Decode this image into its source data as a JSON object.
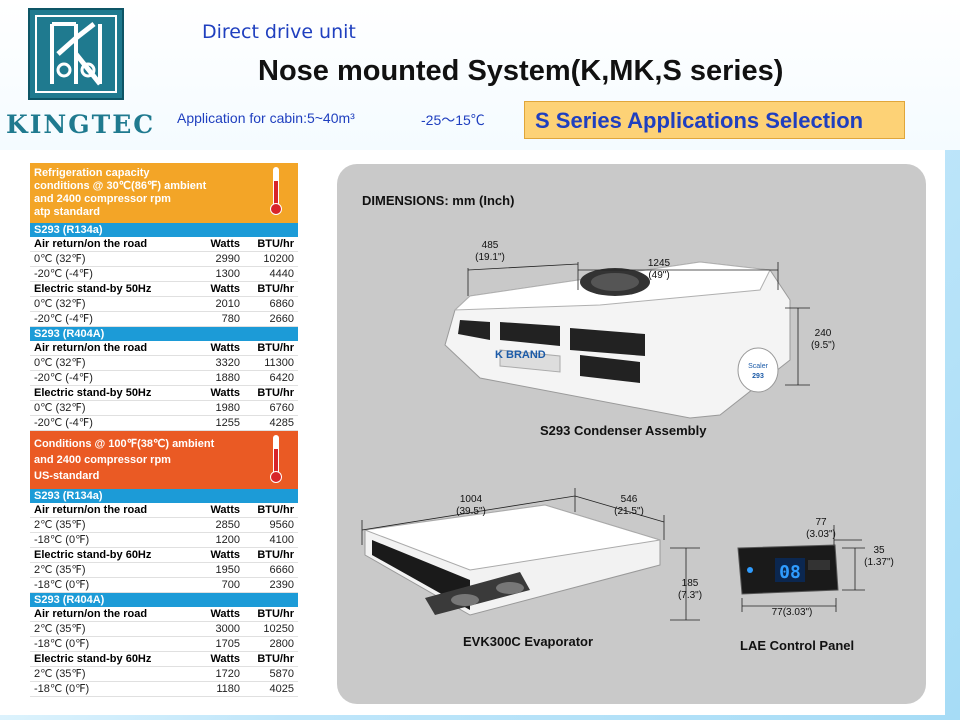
{
  "header": {
    "brand": "KINGTEC",
    "subtitle": "Direct drive unit",
    "title": "Nose mounted System(K,MK,S series)",
    "application_line": "Application for cabin:5~40m³",
    "temp_range": "-25～15℃",
    "series_badge": "S Series Applications Selection"
  },
  "table": {
    "col_watts": "Watts",
    "col_btu": "BTU/hr",
    "cond1": {
      "lines": [
        "Refrigeration capacity",
        "conditions @ 30℃(86℉) ambient",
        "and 2400 compressor rpm",
        "atp standard"
      ],
      "sections": [
        {
          "title": "S293 (R134a)",
          "groups": [
            {
              "label": "Air return/on the road",
              "rows": [
                {
                  "cond": "0℃  (32℉)",
                  "watts": "2990",
                  "btu": "10200"
                },
                {
                  "cond": "-20℃  (-4℉)",
                  "watts": "1300",
                  "btu": "4440"
                }
              ]
            },
            {
              "label": "Electric stand-by  50Hz",
              "rows": [
                {
                  "cond": "0℃  (32℉)",
                  "watts": "2010",
                  "btu": "6860"
                },
                {
                  "cond": "-20℃  (-4℉)",
                  "watts": "780",
                  "btu": "2660"
                }
              ]
            }
          ]
        },
        {
          "title": "S293 (R404A)",
          "groups": [
            {
              "label": "Air return/on the road",
              "rows": [
                {
                  "cond": "0℃  (32℉)",
                  "watts": "3320",
                  "btu": "11300"
                },
                {
                  "cond": "-20℃  (-4℉)",
                  "watts": "1880",
                  "btu": "6420"
                }
              ]
            },
            {
              "label": "Electric stand-by  50Hz",
              "rows": [
                {
                  "cond": "0℃  (32℉)",
                  "watts": "1980",
                  "btu": "6760"
                },
                {
                  "cond": "-20℃  (-4℉)",
                  "watts": "1255",
                  "btu": "4285"
                }
              ]
            }
          ]
        }
      ]
    },
    "cond2": {
      "lines": [
        "Conditions @ 100℉(38℃)  ambient",
        "and 2400 compressor rpm",
        "US-standard"
      ],
      "sections": [
        {
          "title": "S293 (R134a)",
          "groups": [
            {
              "label": "Air return/on the road",
              "rows": [
                {
                  "cond": "2℃  (35℉)",
                  "watts": "2850",
                  "btu": "9560"
                },
                {
                  "cond": "-18℃  (0℉)",
                  "watts": "1200",
                  "btu": "4100"
                }
              ]
            },
            {
              "label": "Electric stand-by  60Hz",
              "rows": [
                {
                  "cond": "2℃  (35℉)",
                  "watts": "1950",
                  "btu": "6660"
                },
                {
                  "cond": "-18℃  (0℉)",
                  "watts": "700",
                  "btu": "2390"
                }
              ]
            }
          ]
        },
        {
          "title": "S293 (R404A)",
          "groups": [
            {
              "label": "Air return/on the road",
              "rows": [
                {
                  "cond": "2℃  (35℉)",
                  "watts": "3000",
                  "btu": "10250"
                },
                {
                  "cond": "-18℃  (0℉)",
                  "watts": "1705",
                  "btu": "2800"
                }
              ]
            },
            {
              "label": "Electric stand-by  60Hz",
              "rows": [
                {
                  "cond": "2℃  (35℉)",
                  "watts": "1720",
                  "btu": "5870"
                },
                {
                  "cond": "-18℃  (0℉)",
                  "watts": "1180",
                  "btu": "4025"
                }
              ]
            }
          ]
        }
      ]
    }
  },
  "products": {
    "dimensions_title": "DIMENSIONS: mm (Inch)",
    "condenser": {
      "caption": "S293 Condenser Assembly",
      "brand_label": "K BRAND",
      "model_label": "Scaler 293",
      "dims": {
        "depth": [
          "485",
          "(19.1\")"
        ],
        "width": [
          "1245",
          "(49\")"
        ],
        "height": [
          "240",
          "(9.5\")"
        ]
      }
    },
    "evaporator": {
      "caption": "EVK300C Evaporator",
      "dims": {
        "width": [
          "1004",
          "(39.5\")"
        ],
        "depth": [
          "546",
          "(21.5\")"
        ],
        "height": [
          "185",
          "(7.3\")"
        ]
      }
    },
    "control_panel": {
      "caption": "LAE Control Panel",
      "display": "08",
      "dims": {
        "width": [
          "77",
          "(3.03\")"
        ],
        "height": [
          "35",
          "(1.37\")"
        ],
        "bottom": "77(3.03\")"
      }
    }
  },
  "colors": {
    "accent_blue": "#1c9bd7",
    "orange": "#f3a527",
    "red": "#ea5a24",
    "badge": "#fdd276",
    "brand_teal": "#1f7a8f"
  }
}
